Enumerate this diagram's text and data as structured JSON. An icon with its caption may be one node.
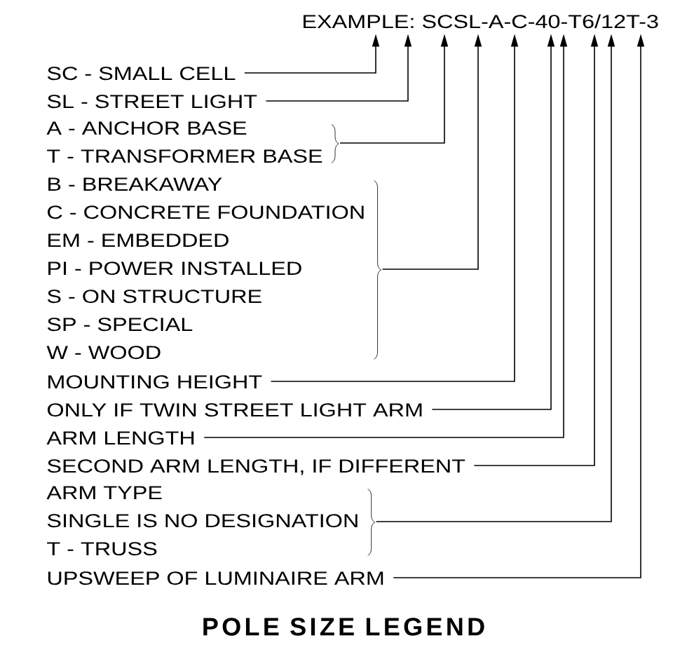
{
  "diagram": {
    "title": "POLE SIZE LEGEND",
    "nodes": [
      {
        "text": [
          "EXAMPLE: SCSL-A-C-40-T6/12T-3"
        ]
      },
      {
        "text": [
          "SC - SMALL CELL"
        ]
      },
      {
        "text": [
          "SL - STREET LIGHT"
        ]
      },
      {
        "text": [
          "A - ANCHOR BASE",
          "T - TRANSFORMER BASE"
        ]
      },
      {
        "text": [
          "B - BREAKAWAY",
          "C - CONCRETE FOUNDATION",
          "EM - EMBEDDED",
          "PI - POWER INSTALLED",
          "S - ON STRUCTURE",
          "SP - SPECIAL",
          "W - WOOD"
        ]
      },
      {
        "text": [
          "MOUNTING HEIGHT"
        ]
      },
      {
        "text": [
          "ONLY IF TWIN STREET LIGHT ARM"
        ]
      },
      {
        "text": [
          "ARM LENGTH"
        ]
      },
      {
        "text": [
          "SECOND ARM LENGTH, IF DIFFERENT"
        ]
      },
      {
        "text": [
          "ARM TYPE",
          "SINGLE IS NO DESIGNATION",
          "T - TRUSS"
        ]
      },
      {
        "text": [
          "UPSWEEP OF LUMINAIRE ARM"
        ]
      }
    ],
    "edges": [
      {
        "from": 1,
        "to": 0,
        "arrow": "to"
      },
      {
        "from": 2,
        "to": 0,
        "arrow": "to"
      },
      {
        "from": 3,
        "to": 0,
        "arrow": "to"
      },
      {
        "from": 4,
        "to": 0,
        "arrow": "to"
      },
      {
        "from": 5,
        "to": 0,
        "arrow": "to"
      },
      {
        "from": 6,
        "to": 0,
        "arrow": "to"
      },
      {
        "from": 7,
        "to": 0,
        "arrow": "to"
      },
      {
        "from": 8,
        "to": 0,
        "arrow": "to"
      },
      {
        "from": 9,
        "to": 0,
        "arrow": "to"
      },
      {
        "from": 10,
        "to": 0,
        "arrow": "to"
      }
    ]
  }
}
